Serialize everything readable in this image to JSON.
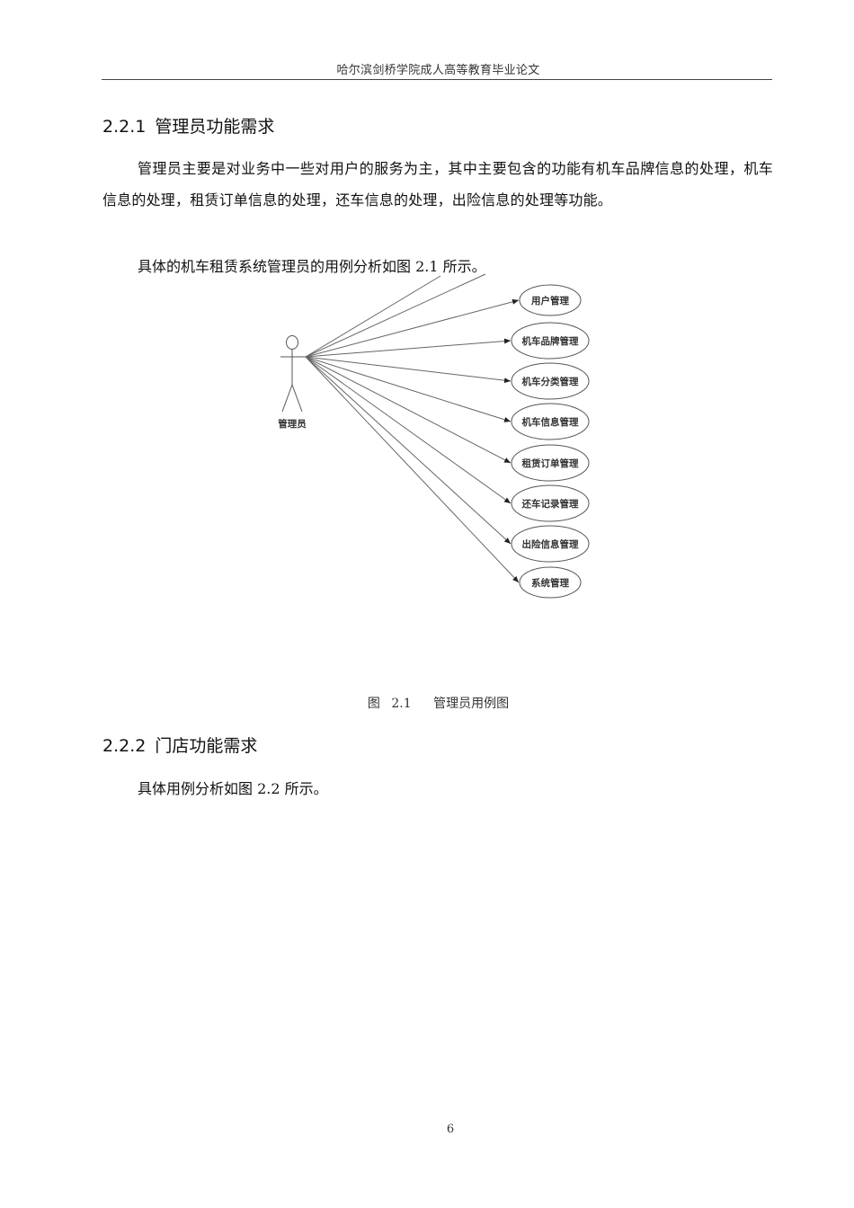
{
  "header": {
    "title": "哈尔滨剑桥学院成人高等教育毕业论文"
  },
  "section_1": {
    "number": "2.2.1",
    "title": "管理员功能需求",
    "paragraph": "管理员主要是对业务中一些对用户的服务为主，其中主要包含的功能有机车品牌信息的处理，机车信息的处理，租赁订单信息的处理，还车信息的处理，出险信息的处理等功能。",
    "figure_intro": "具体的机车租赁系统管理员的用例分析如图 2.1 所示。"
  },
  "figure": {
    "actor": "管理员",
    "use_cases": [
      "用户管理",
      "机车品牌管理",
      "机车分类管理",
      "机车信息管理",
      "租赁订单管理",
      "还车记录管理",
      "出险信息管理",
      "系统管理"
    ],
    "caption_label": "图",
    "caption_number": "2.1",
    "caption_title": "管理员用例图",
    "line_color": "#555555"
  },
  "section_2": {
    "number": "2.2.2",
    "title": "门店功能需求",
    "figure_intro": "具体用例分析如图  2.2 所示。"
  },
  "footer": {
    "page_number": "6"
  }
}
